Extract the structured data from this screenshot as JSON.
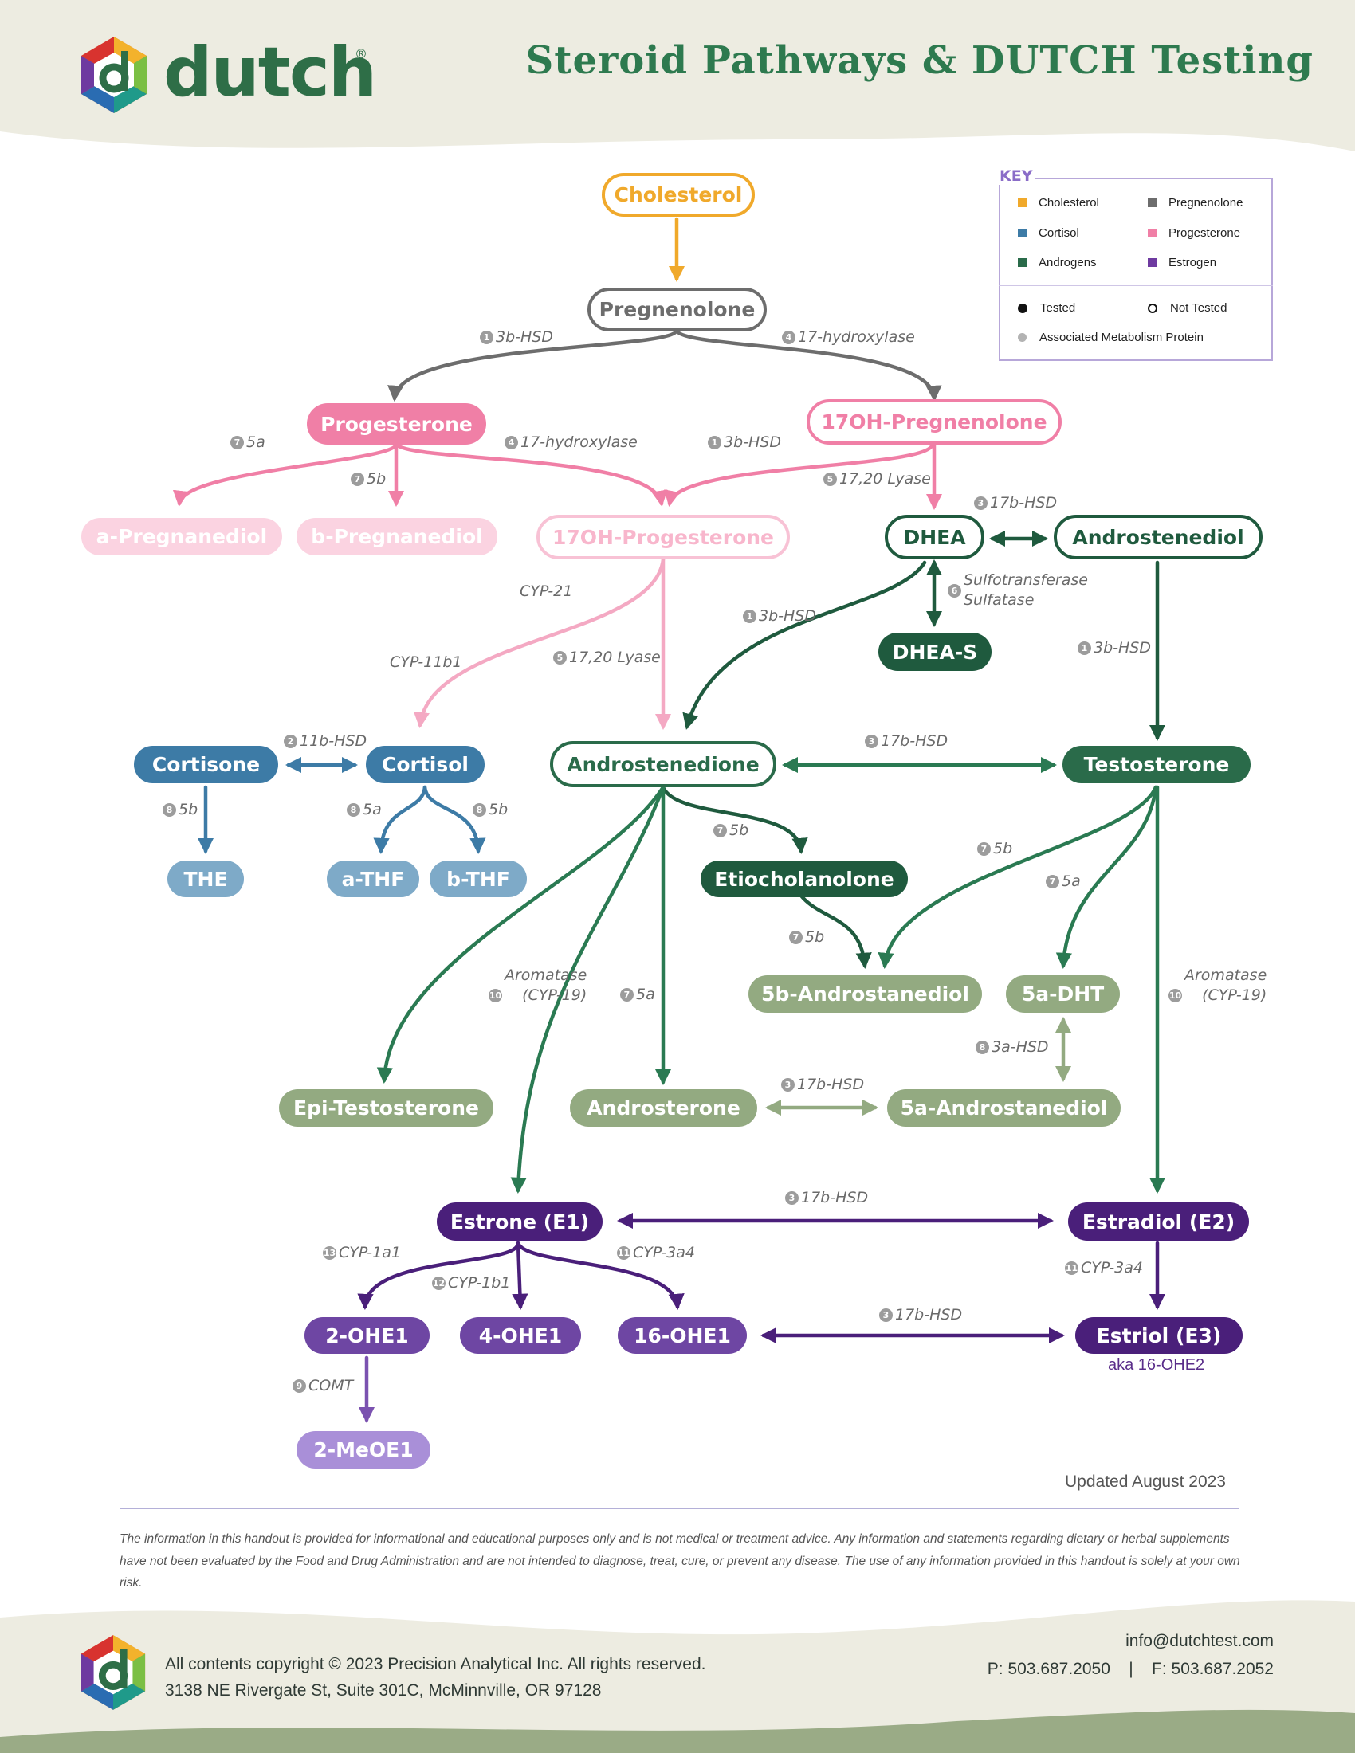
{
  "header": {
    "brand": "dutch",
    "registered": "®",
    "title": "Steroid Pathways & DUTCH Testing"
  },
  "key": {
    "title": "KEY",
    "categories": [
      {
        "label": "Cholesterol",
        "color": "#f0a92b"
      },
      {
        "label": "Pregnenolone",
        "color": "#6d6d6d"
      },
      {
        "label": "Cortisol",
        "color": "#3d7ba6"
      },
      {
        "label": "Progesterone",
        "color": "#f07fa6"
      },
      {
        "label": "Androgens",
        "color": "#2a6b4a"
      },
      {
        "label": "Estrogen",
        "color": "#6e3aa0"
      }
    ],
    "tested": "Tested",
    "not_tested": "Not Tested",
    "protein": "Associated Metabolism Protein"
  },
  "nodes": {
    "cholesterol": "Cholesterol",
    "pregnenolone": "Pregnenolone",
    "progesterone": "Progesterone",
    "oh17_pregnenolone": "17OH-Pregnenolone",
    "a_pregnanediol": "a-Pregnanediol",
    "b_pregnanediol": "b-Pregnanediol",
    "oh17_progesterone": "17OH-Progesterone",
    "dhea": "DHEA",
    "androstenediol": "Androstenediol",
    "dhea_s": "DHEA-S",
    "cortisone": "Cortisone",
    "cortisol": "Cortisol",
    "androstenedione": "Androstenedione",
    "testosterone": "Testosterone",
    "the": "THE",
    "a_thf": "a-THF",
    "b_thf": "b-THF",
    "etiocholanolone": "Etiocholanolone",
    "b5_androstanediol": "5b-Androstanediol",
    "a5_dht": "5a-DHT",
    "epi_testosterone": "Epi-Testosterone",
    "androsterone": "Androsterone",
    "a5_androstanediol": "5a-Androstanediol",
    "estrone": "Estrone (E1)",
    "estradiol": "Estradiol (E2)",
    "ohe1_2": "2-OHE1",
    "ohe1_4": "4-OHE1",
    "ohe1_16": "16-OHE1",
    "estriol": "Estriol (E3)",
    "meoe1_2": "2-MeOE1"
  },
  "estriol_aka": "aka 16-OHE2",
  "enzymes": {
    "e1": {
      "num": "1",
      "l1": "3b-HSD"
    },
    "e2": {
      "num": "4",
      "l1": "17-hydroxylase"
    },
    "e3": {
      "num": "7",
      "l1": "5a"
    },
    "e4": {
      "num": "7",
      "l1": "5b"
    },
    "e5": {
      "num": "4",
      "l1": "17-hydroxylase"
    },
    "e6": {
      "num": "1",
      "l1": "3b-HSD"
    },
    "e7": {
      "num": "5",
      "l1": "17,20 Lyase"
    },
    "e8": {
      "num": "3",
      "l1": "17b-HSD"
    },
    "e9": {
      "num": "6",
      "l1": "Sulfotransferase",
      "l2": "Sulfatase"
    },
    "e10": {
      "num": "",
      "l1": "CYP-21"
    },
    "e11": {
      "num": "1",
      "l1": "3b-HSD"
    },
    "e12": {
      "num": "1",
      "l1": "3b-HSD"
    },
    "e13": {
      "num": "",
      "l1": "CYP-11b1"
    },
    "e14": {
      "num": "5",
      "l1": "17,20 Lyase"
    },
    "e15": {
      "num": "2",
      "l1": "11b-HSD"
    },
    "e16": {
      "num": "3",
      "l1": "17b-HSD"
    },
    "e17": {
      "num": "8",
      "l1": "5b"
    },
    "e18": {
      "num": "8",
      "l1": "5a"
    },
    "e19": {
      "num": "8",
      "l1": "5b"
    },
    "e20": {
      "num": "7",
      "l1": "5b"
    },
    "e21": {
      "num": "7",
      "l1": "5b"
    },
    "e22": {
      "num": "7",
      "l1": "5a"
    },
    "e23": {
      "num": "7",
      "l1": "5b"
    },
    "e24": {
      "num": "10",
      "l1": "Aromatase",
      "l2": "(CYP-19)"
    },
    "e25": {
      "num": "7",
      "l1": "5a"
    },
    "e26": {
      "num": "10",
      "l1": "Aromatase",
      "l2": "(CYP-19)"
    },
    "e27": {
      "num": "8",
      "l1": "3a-HSD"
    },
    "e28": {
      "num": "3",
      "l1": "17b-HSD"
    },
    "e29": {
      "num": "3",
      "l1": "17b-HSD"
    },
    "e30": {
      "num": "13",
      "l1": "CYP-1a1"
    },
    "e31": {
      "num": "11",
      "l1": "CYP-3a4"
    },
    "e32": {
      "num": "12",
      "l1": "CYP-1b1"
    },
    "e33": {
      "num": "11",
      "l1": "CYP-3a4"
    },
    "e34": {
      "num": "3",
      "l1": "17b-HSD"
    },
    "e35": {
      "num": "9",
      "l1": "COMT"
    }
  },
  "updated": "Updated August 2023",
  "disclaimer": "The information in this handout is provided for informational and educational purposes only and is not medical or treatment advice. Any information and statements regarding dietary or herbal supplements have not been evaluated by the Food and Drug Administration and are not intended to diagnose, treat, cure, or prevent any disease. The use of any information provided in this handout is solely at your own risk.",
  "footer": {
    "copyright": "All contents copyright © 2023 Precision Analytical Inc. All rights reserved.",
    "address": "3138 NE Rivergate St, Suite 301C, McMinnville, OR 97128",
    "email": "info@dutchtest.com",
    "phones": "P: 503.687.2050    |    F: 503.687.2052"
  }
}
